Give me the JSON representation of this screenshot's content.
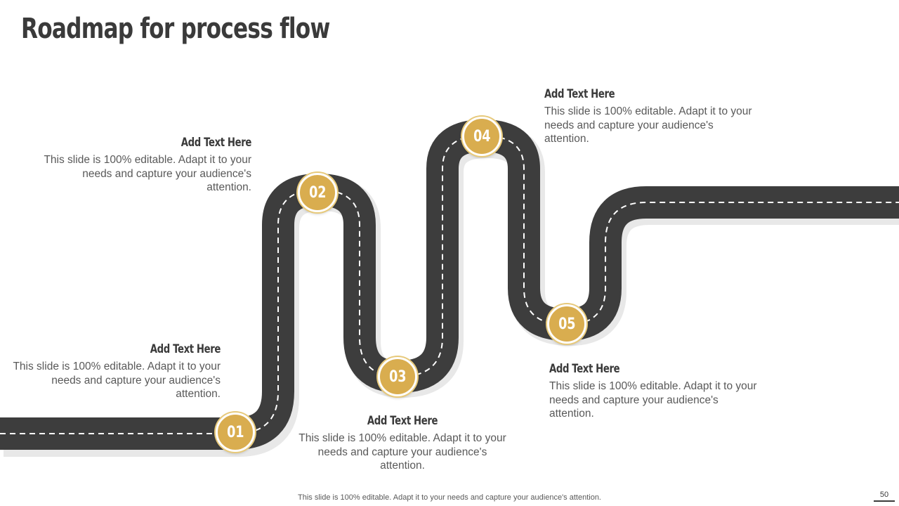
{
  "slide": {
    "title": "Roadmap for process flow",
    "footer": "This slide is 100% editable. Adapt it to your needs and capture your audience's attention.",
    "page_number": "50"
  },
  "colors": {
    "road": "#3d3d3d",
    "dash": "#ffffff",
    "marker": "#d9ad4f",
    "heading": "#3a3a3a",
    "body": "#595959"
  },
  "steps": [
    {
      "number": "01",
      "heading": "Add Text Here",
      "body": "This slide is 100% editable. Adapt it to your needs and capture your audience's attention."
    },
    {
      "number": "02",
      "heading": "Add Text Here",
      "body": "This slide is 100% editable. Adapt it to your needs and capture your audience's attention."
    },
    {
      "number": "03",
      "heading": "Add Text Here",
      "body": "This slide is 100% editable. Adapt it to your needs and capture your audience's attention."
    },
    {
      "number": "04",
      "heading": "Add Text Here",
      "body": "This slide is 100% editable. Adapt it to your needs and capture your audience's attention."
    },
    {
      "number": "05",
      "heading": "Add Text Here",
      "body": "This slide is 100% editable. Adapt it to your needs and capture your audience's attention."
    }
  ]
}
